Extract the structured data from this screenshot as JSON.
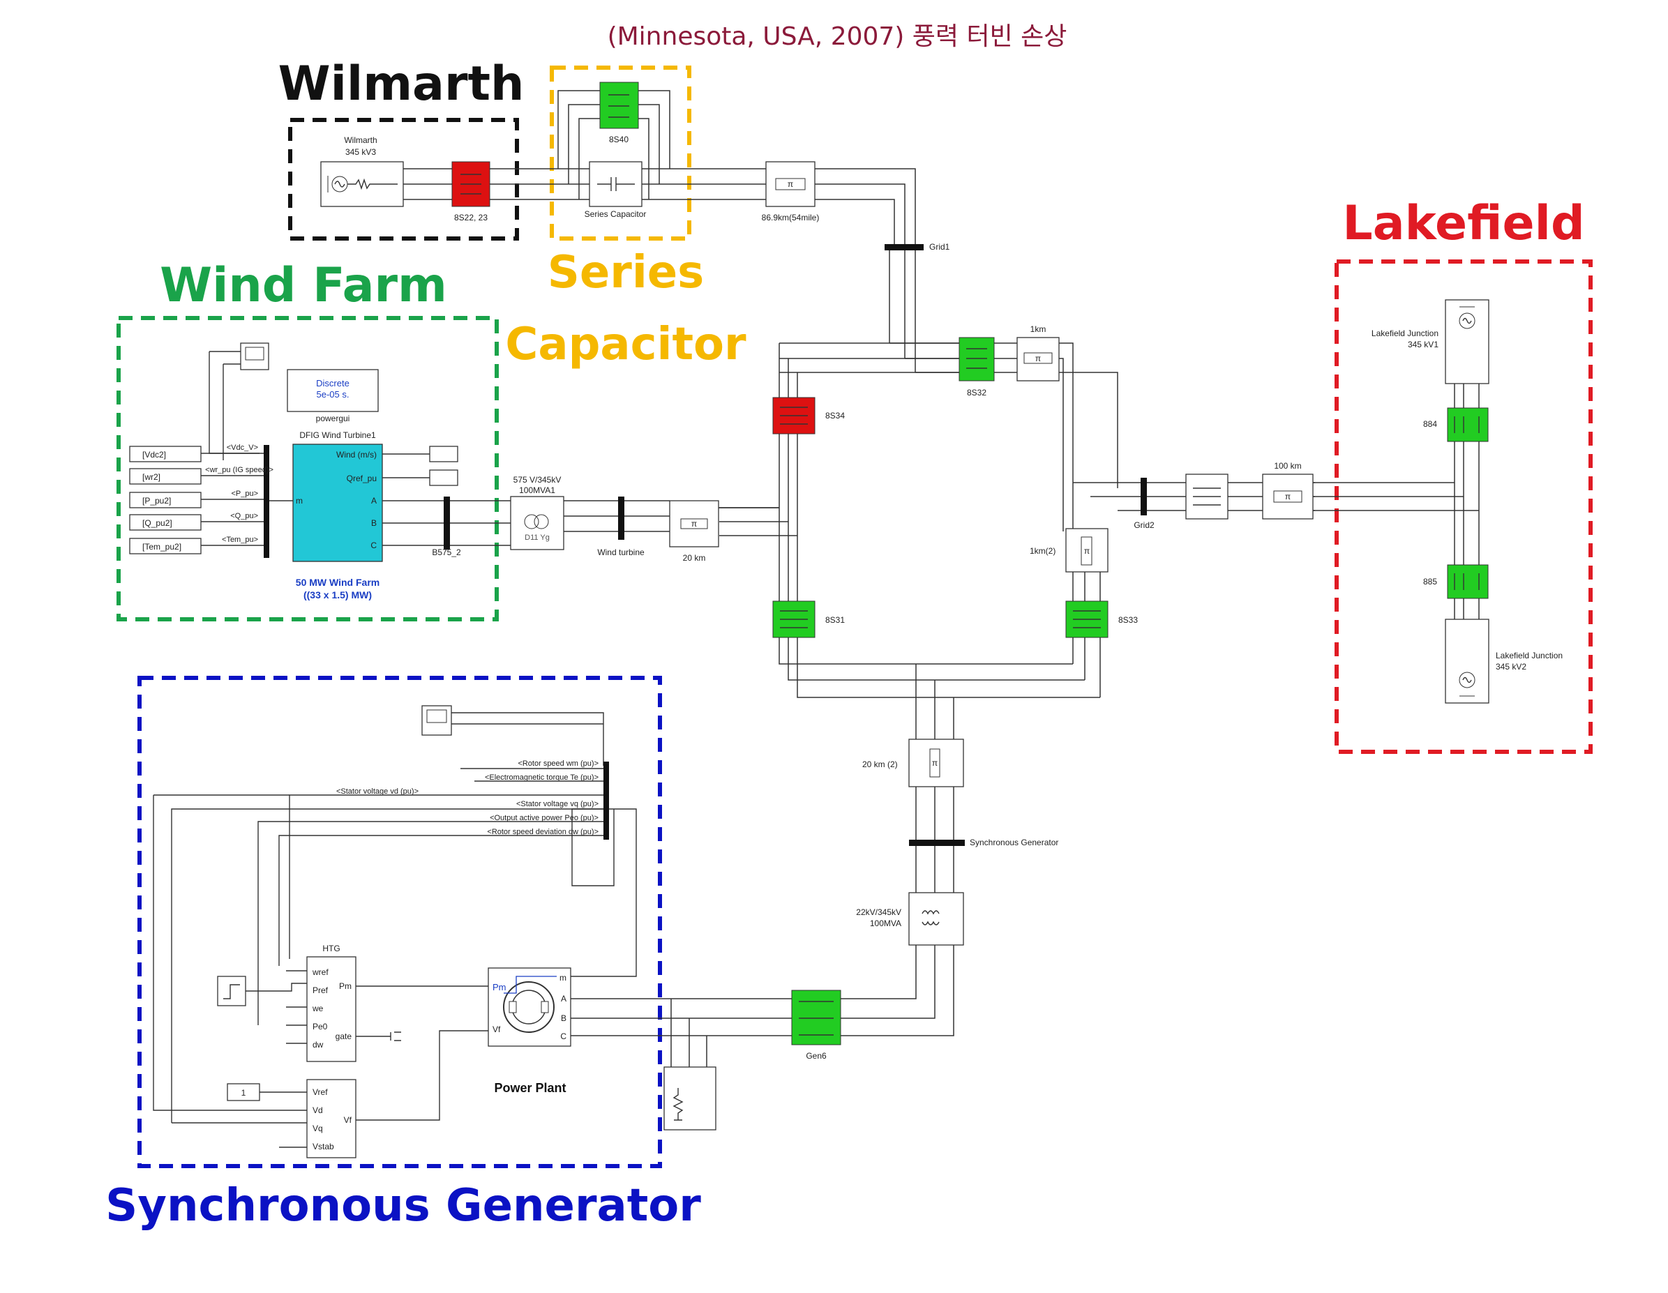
{
  "title": "(Minnesota, USA, 2007) 풍력 터빈 손상",
  "regions": {
    "wilmarth": "Wilmarth",
    "series_capacitor_line1": "Series",
    "series_capacitor_line2": "Capacitor",
    "wind_farm": "Wind Farm",
    "lakefield": "Lakefield",
    "synchronous_generator": "Synchronous Generator"
  },
  "colors": {
    "wilmarth": "#111111",
    "series_capacitor": "#f5b800",
    "wind_farm": "#1aa34a",
    "lakefield": "#e01b24",
    "synchronous_generator": "#0b12c4",
    "title": "#8b1a3a",
    "breaker_closed": "#22cc22",
    "breaker_open": "#dd1111",
    "turbine_block": "#22c7d6"
  },
  "source": {
    "name": "Wilmarth",
    "voltage": "345 kV3"
  },
  "breakers": {
    "b8S22": "8S22, 23",
    "b8S40": "8S40",
    "b8S32": "8S32",
    "b8S34": "8S34",
    "b8S31": "8S31",
    "b8S33": "8S33",
    "b884": "884",
    "b885": "885",
    "gen6": "Gen6"
  },
  "lines": {
    "series_cap": "Series Capacitor",
    "line_86": "86.9km(54mile)",
    "line_1km": "1km",
    "line_1km2": "1km(2)",
    "line_100km": "100 km",
    "line_20km": "20 km",
    "line_20km2": "20 km (2)"
  },
  "buses": {
    "grid1": "Grid1",
    "grid2": "Grid2",
    "wind_turbine": "Wind turbine",
    "b575": "B575_2",
    "sync_gen": "Synchronous Generator"
  },
  "lakefield": {
    "junction1_a": "Lakefield Junction",
    "junction1_b": "345 kV1",
    "junction2_a": "Lakefield Junction",
    "junction2_b": "345 kV2"
  },
  "wind_farm": {
    "powergui_line1": "Discrete",
    "powergui_line2": "5e-05 s.",
    "powergui_label": "powergui",
    "turbine_name": "DFIG Wind Turbine1",
    "turbine_caption1": "50 MW Wind Farm",
    "turbine_caption2": "((33 x 1.5) MW)",
    "in_wind": "Wind (m/s)",
    "in_qref": "Qref_pu",
    "out_m": "m",
    "signals": [
      "<Vdc_V>",
      "<wr_pu (IG speed)>",
      "<P_pu>",
      "<Q_pu>",
      "<Tem_pu>"
    ],
    "goto_tags": [
      "[Vdc2]",
      "[wr2]",
      "[P_pu2]",
      "[Q_pu2]",
      "[Tem_pu2]"
    ],
    "xfmr_line1": "575 V/345kV",
    "xfmr_line2": "100MVA1",
    "xfmr_inner": "D11    Yg"
  },
  "sync_gen": {
    "signals": [
      "<Rotor speed  wm  (pu)>",
      "<Electromagnetic torque  Te (pu)>",
      "<Stator voltage  vd (pu)>",
      "<Stator voltage  vq (pu)>",
      "<Output active power  Peo (pu)>",
      "<Rotor speed deviation  dw (pu)>"
    ],
    "htg_title": "HTG",
    "htg_inputs": [
      "wref",
      "Pref",
      "we",
      "Pe0",
      "dw"
    ],
    "htg_out_pm": "Pm",
    "htg_out_gate": "gate",
    "exc_inputs": [
      "Vref",
      "Vd",
      "Vq",
      "Vstab"
    ],
    "exc_out": "Vf",
    "const_value": "1",
    "machine_pm": "Pm",
    "machine_vf": "Vf",
    "machine_m": "m",
    "plant_label": "Power Plant",
    "xfmr_line1": "22kV/345kV",
    "xfmr_line2": "100MVA"
  },
  "ports": {
    "upper_abc": [
      "A",
      "B",
      "C"
    ],
    "lower_abc": [
      "a",
      "b",
      "c"
    ]
  }
}
